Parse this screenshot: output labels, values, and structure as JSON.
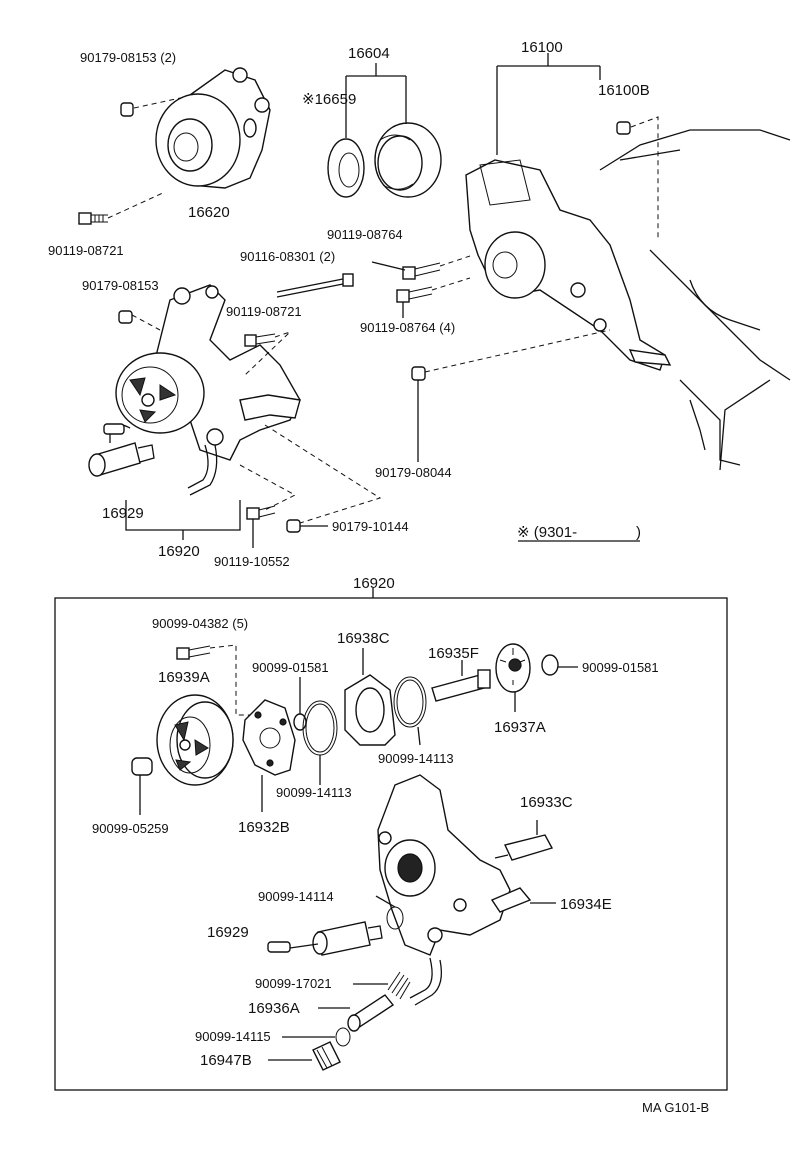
{
  "labels": {
    "l01": "90179-08153 (2)",
    "l02": "16604",
    "l03": "16100",
    "l04": "※16659",
    "l05": "16100B",
    "l06": "16620",
    "l07": "90119-08721",
    "l08": "90119-08764",
    "l09": "90116-08301 (2)",
    "l10": "90179-08153",
    "l11": "90119-08721",
    "l12": "90119-08764 (4)",
    "l13": "90179-08044",
    "l14": "16929",
    "l15": "16920",
    "l16": "90119-10552",
    "l17": "90179-10144",
    "l18": "※ (9301-",
    "l19": ")",
    "l20": "16920",
    "l21": "90099-04382 (5)",
    "l22": "16938C",
    "l23": "16935F",
    "l24": "90099-01581",
    "l25": "90099-01581",
    "l26": "16939A",
    "l27": "16937A",
    "l28": "90099-14113",
    "l29": "90099-14113",
    "l30": "90099-05259",
    "l31": "16932B",
    "l32": "16933C",
    "l33": "90099-14114",
    "l34": "16934E",
    "l35": "16929",
    "l36": "90099-17021",
    "l37": "16936A",
    "l38": "90099-14115",
    "l39": "16947B",
    "l40": "MA G101-B"
  }
}
